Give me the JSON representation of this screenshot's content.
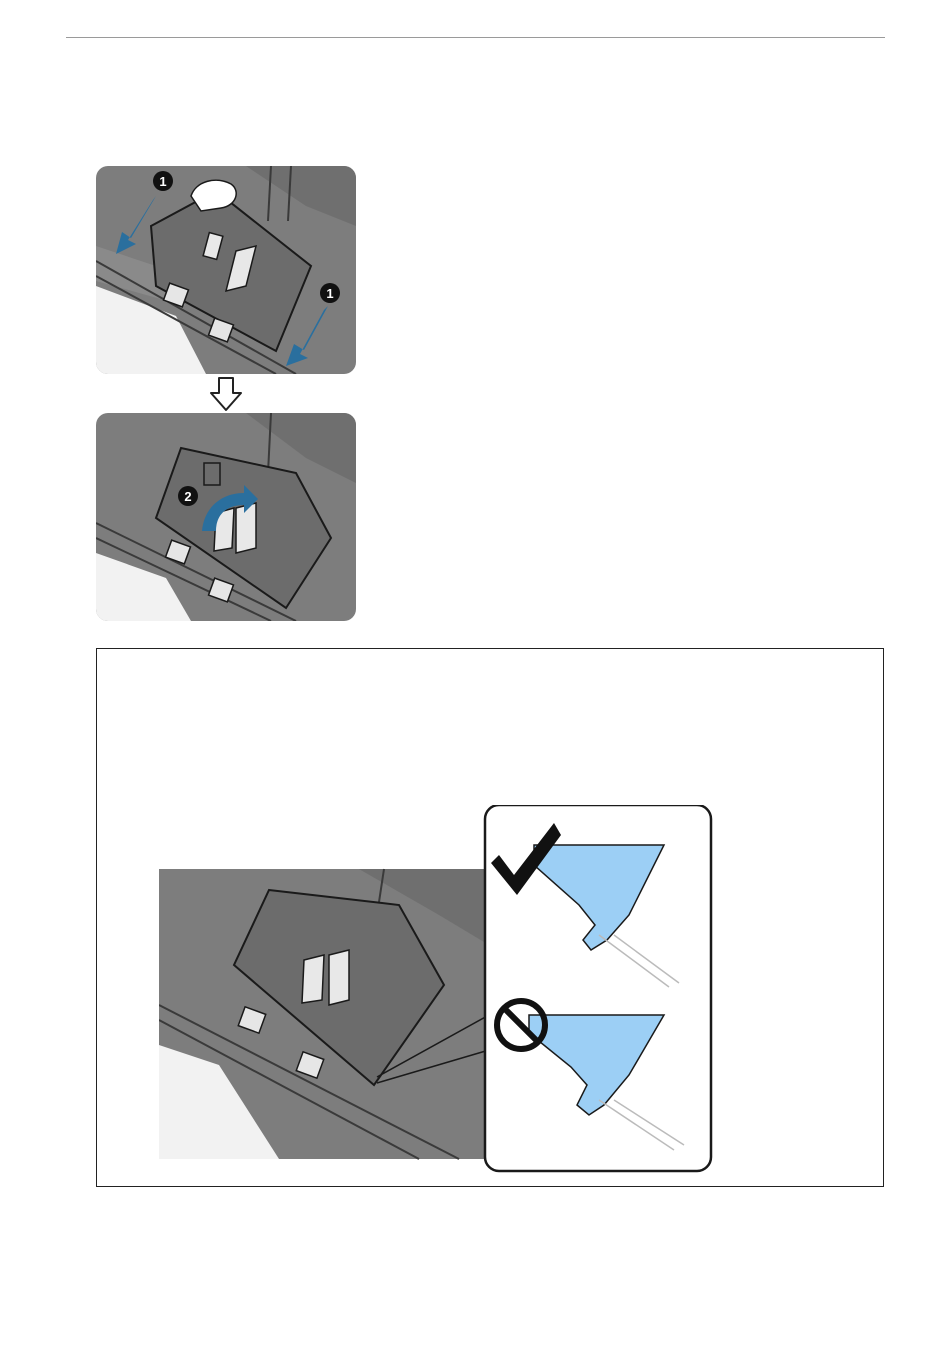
{
  "figures": {
    "step1": {
      "icon": "scanner-roller-cover-lowering-illustration",
      "callouts": [
        {
          "label": "1"
        },
        {
          "label": "1"
        }
      ]
    },
    "arrow": {
      "icon": "down-arrow-icon"
    },
    "step2": {
      "icon": "scanner-roller-cover-closing-illustration",
      "callouts": [
        {
          "label": "2"
        }
      ]
    }
  },
  "note_box": {
    "figure": {
      "icon": "roller-cover-hook-detail-illustration",
      "correct_icon": "checkmark-icon",
      "incorrect_icon": "prohibited-icon"
    }
  },
  "colors": {
    "scanner_gray": "#7d7d7d",
    "scanner_dark": "#5a5a5a",
    "arrow_blue": "#2a6f9e",
    "hook_blue": "#9ccff5",
    "outline": "#1a1a1a"
  }
}
